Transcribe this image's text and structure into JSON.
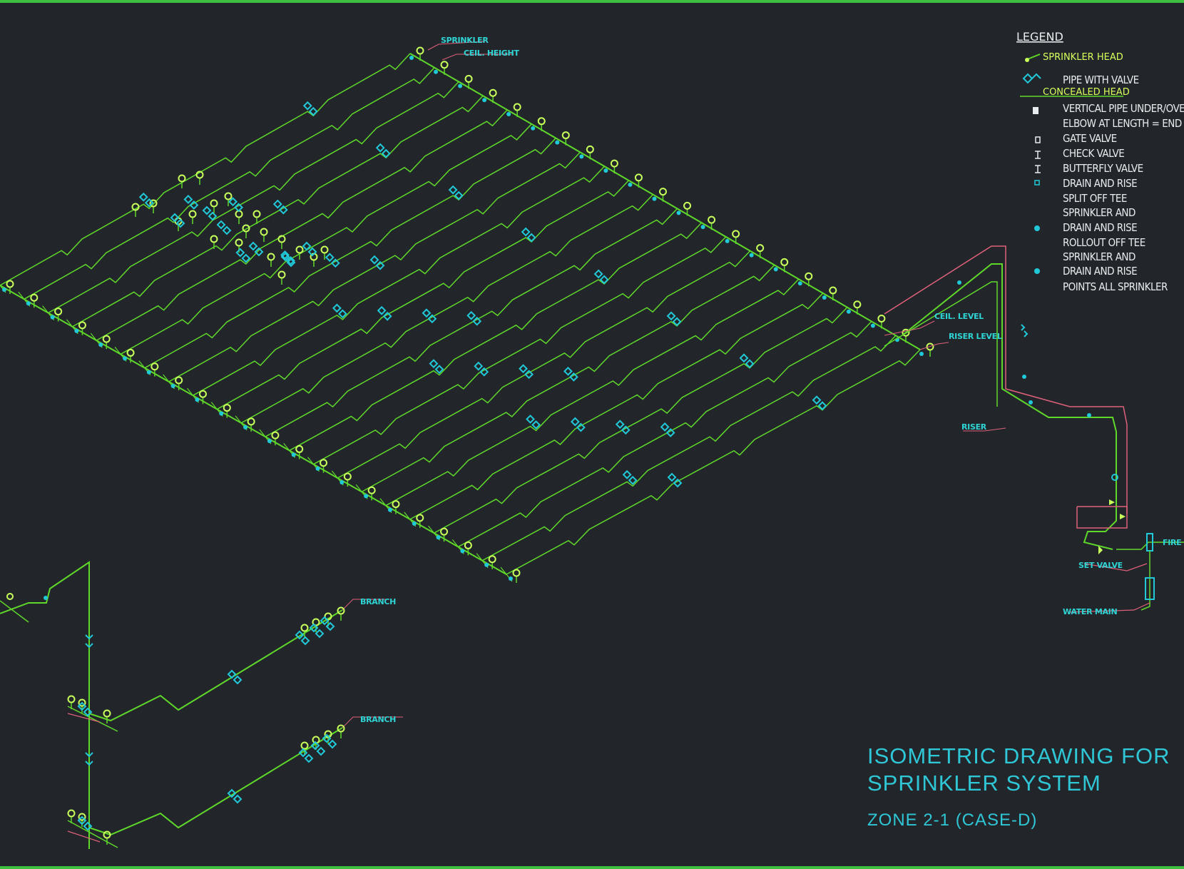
{
  "drawing": {
    "title_line1": "ISOMETRIC DRAWING FOR",
    "title_line2": "SPRINKLER SYSTEM",
    "zone": "ZONE 2-1 (CASE-D)"
  },
  "legend": {
    "title": "LEGEND",
    "head1": "SPRINKLER HEAD",
    "head2": "CONCEALED HEAD",
    "items": [
      "PIPE WITH VALVE",
      "VERTICAL PIPE UNDER/OVER HEAD",
      "ELBOW AT LENGTH = END",
      "GATE VALVE",
      "CHECK VALVE",
      "BUTTERFLY VALVE",
      "DRAIN AND RISE",
      "SPLIT OFF TEE",
      "SPRINKLER AND",
      "DRAIN AND RISE",
      "ROLLOUT OFF TEE",
      "SPRINKLER AND",
      "DRAIN AND RISE",
      "POINTS ALL SPRINKLER"
    ]
  },
  "tags": {
    "top1": "SPRINKLER",
    "top2": "CEIL. HEIGHT",
    "right1": "CEIL. LEVEL",
    "right2": "RISER LEVEL",
    "riser": "RISER",
    "bottom_right1": "SET VALVE",
    "bottom_right2": "FIRE PUMP",
    "bottom_right3": "WATER MAIN",
    "branch1": "BRANCH",
    "branch2": "BRANCH"
  },
  "colors": {
    "background": "#22262b",
    "pipe": "#5fd82a",
    "head": "#c8ff5a",
    "fitting": "#21c8d8",
    "leader": "#e0607a",
    "text": "#e8ecef"
  }
}
